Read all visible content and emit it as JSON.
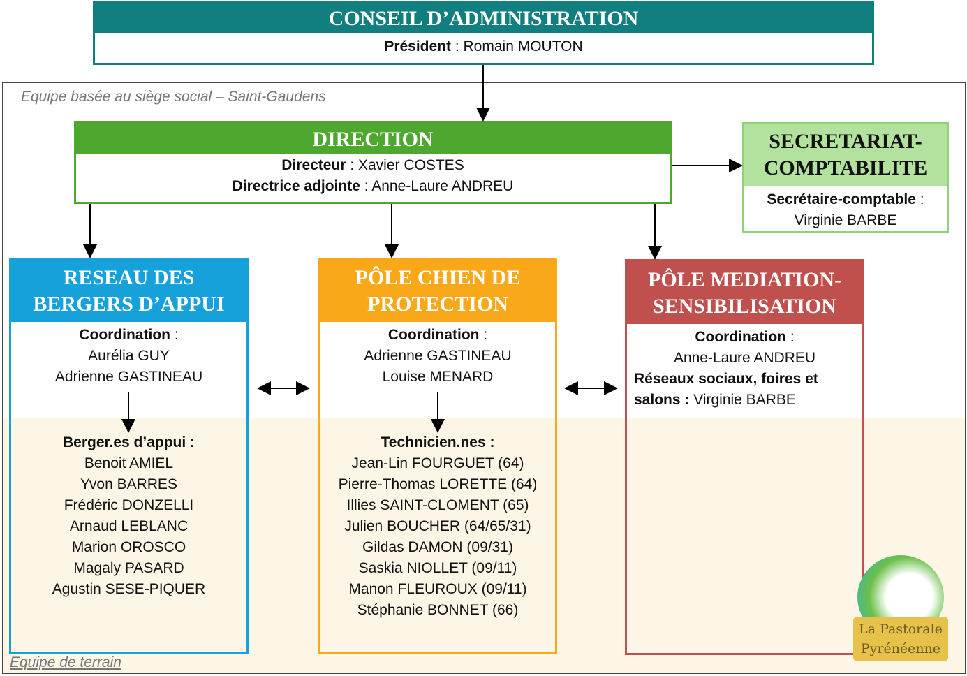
{
  "colors": {
    "conseil": "#117f80",
    "direction": "#4ea72e",
    "secretariat": "#b2e29e",
    "reseau": "#17a1db",
    "chien": "#f9a81a",
    "mediation": "#c0504d",
    "terrain_bg": "#fdf5e6"
  },
  "regions": {
    "siege": "Equipe basée au siège social – Saint-Gaudens",
    "terrain": "Equipe de terrain"
  },
  "conseil": {
    "title": "CONSEIL D’ADMINISTRATION",
    "role": "Président",
    "name": " : Romain MOUTON"
  },
  "direction": {
    "title": "DIRECTION",
    "role1": "Directeur",
    "name1": " : Xavier COSTES",
    "role2": "Directrice adjointe",
    "name2": " : Anne-Laure ANDREU"
  },
  "secretariat": {
    "title1": "SECRETARIAT-",
    "title2": "COMPTABILITE",
    "role": "Secrétaire-comptable",
    "sep": " :",
    "name": "Virginie BARBE"
  },
  "reseau": {
    "title1": "RESEAU DES",
    "title2": "BERGERS D’APPUI",
    "coord_label": "Coordination",
    "sep": " :",
    "coord": [
      "Aurélia GUY",
      "Adrienne GASTINEAU"
    ],
    "team_label": "Berger.es d’appui :",
    "team": [
      "Benoit AMIEL",
      "Yvon BARRES",
      "Frédéric DONZELLI",
      "Arnaud LEBLANC",
      "Marion OROSCO",
      "Magaly PASARD",
      "Agustin SESE-PIQUER"
    ]
  },
  "chien": {
    "title1": "PÔLE CHIEN DE",
    "title2": "PROTECTION",
    "coord_label": "Coordination",
    "sep": " :",
    "coord": [
      "Adrienne GASTINEAU",
      "Louise MENARD"
    ],
    "team_label": "Technicien.nes :",
    "team": [
      "Jean-Lin FOURGUET (64)",
      "Pierre-Thomas LORETTE (64)",
      "Illies SAINT-CLOMENT (65)",
      "Julien BOUCHER (64/65/31)",
      "Gildas DAMON (09/31)",
      "Saskia NIOLLET (09/11)",
      "Manon FLEUROUX (09/11)",
      "Stéphanie BONNET (66)"
    ]
  },
  "mediation": {
    "title1": "PÔLE MEDIATION-",
    "title2": "SENSIBILISATION",
    "coord_label": "Coordination",
    "sep": " :",
    "coord": "Anne-Laure ANDREU",
    "extra_label1": "Réseaux sociaux, foires et",
    "extra_label2": "salons :",
    "extra_name": " Virginie BARBE"
  },
  "logo": {
    "line1": "La Pastorale",
    "line2": "Pyrénéenne"
  }
}
